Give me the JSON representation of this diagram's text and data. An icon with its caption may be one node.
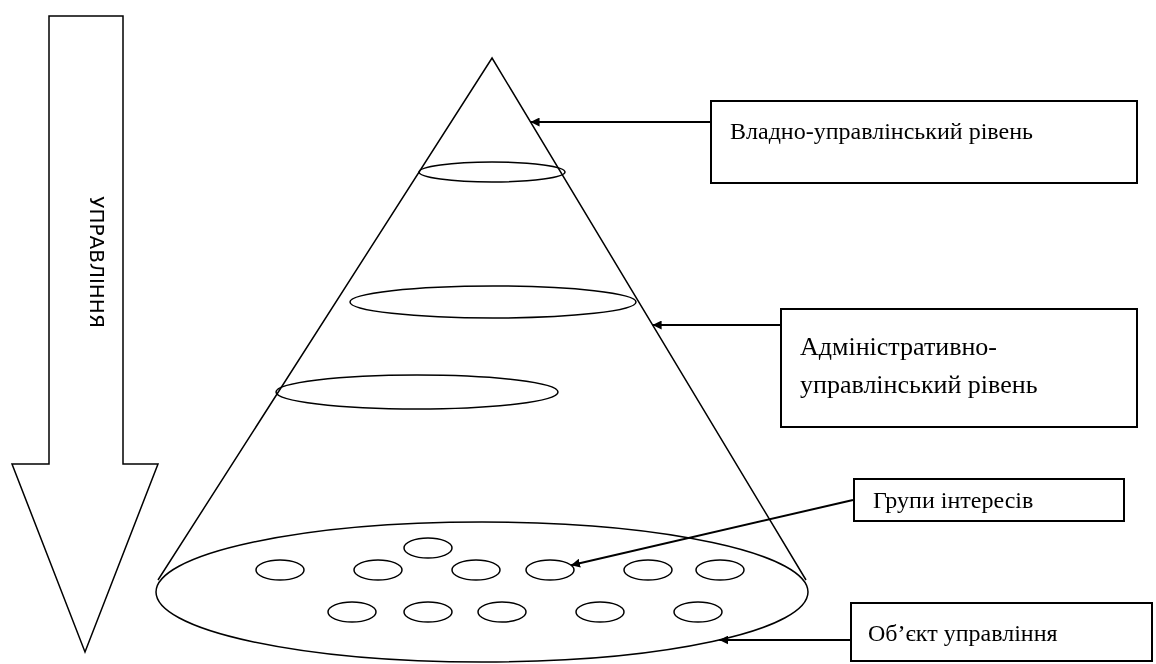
{
  "diagram": {
    "nodes": [
      {
        "text": [
          "УПРАВЛІННЯ"
        ]
      },
      {
        "text": [
          "Владно-управлінський рівень"
        ]
      },
      {
        "text": [
          "Адміністративно-управлінський рівень"
        ]
      },
      {
        "text": [
          "Групи інтересів"
        ]
      },
      {
        "text": [
          "Об’єкт управління"
        ]
      },
      {
        "text": [],
        "shape": "cone"
      },
      {
        "text": [],
        "shape": "ellipse",
        "in": 5
      },
      {
        "text": [],
        "shape": "ellipse",
        "in": 5
      },
      {
        "text": [],
        "shape": "ellipse",
        "in": 5
      },
      {
        "text": [],
        "shape": "ellipse"
      },
      {
        "text": [],
        "shape": "ellipse"
      },
      {
        "text": [],
        "shape": "ellipse"
      },
      {
        "text": [],
        "shape": "ellipse"
      },
      {
        "text": [],
        "shape": "ellipse"
      },
      {
        "text": [],
        "shape": "ellipse"
      },
      {
        "text": [],
        "shape": "ellipse"
      },
      {
        "text": [],
        "shape": "ellipse"
      },
      {
        "text": [],
        "shape": "ellipse",
        "in": 9
      },
      {
        "text": [],
        "shape": "ellipse",
        "in": 9
      },
      {
        "text": [],
        "shape": "ellipse",
        "in": 9
      },
      {
        "text": [],
        "shape": "ellipse",
        "in": 9
      },
      {
        "text": [],
        "shape": "ellipse",
        "in": 9
      }
    ],
    "edges": [
      {
        "from": 1,
        "to": 5,
        "arrow": "to"
      },
      {
        "from": 2,
        "to": 5,
        "arrow": "to"
      },
      {
        "from": 3,
        "to": 14,
        "arrow": "to"
      },
      {
        "from": 4,
        "to": 9,
        "arrow": "to"
      }
    ]
  }
}
